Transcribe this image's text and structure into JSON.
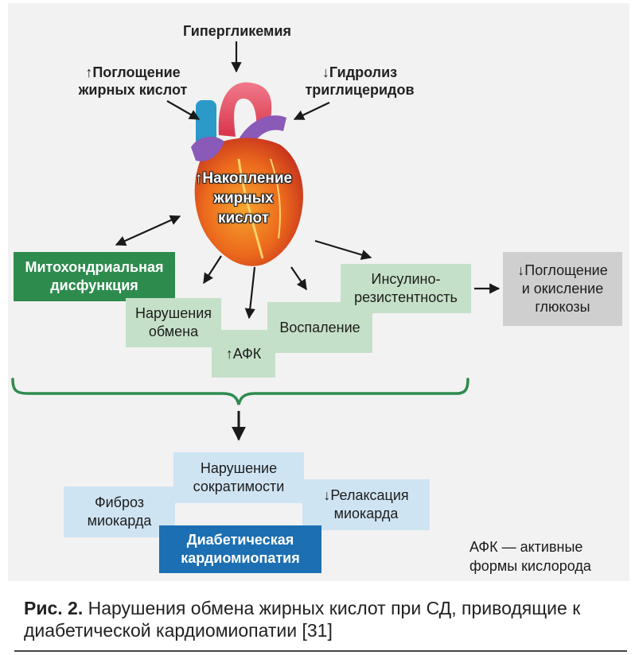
{
  "triggers": {
    "hyperglycemia": "Гипергликемия",
    "fatty_acid_uptake": "↑Поглощение\nжирных кислот",
    "tg_hydrolysis": "↓Гидролиз\nтриглицеридов"
  },
  "heart_label": "↑Накопление\nжирных\nкислот",
  "outcomes": {
    "mito": "Митохондриальная\nдисфункция",
    "metabolism": "Нарушения\nобмена",
    "afk": "↑АФК",
    "inflammation": "Воспаление",
    "insulin": "Инсулино-\nрезистентность",
    "glucose": "↓Поглощение\nи окисление\nглюкозы"
  },
  "consequences": {
    "contractility": "Нарушение\nсократимости",
    "fibrosis": "Фиброз\nмиокарда",
    "relaxation": "↓Релаксация\nмиокарда",
    "cardiomyopathy": "Диабетическая\nкардиомиопатия"
  },
  "legend": "АФК — активные\nформы кислорода",
  "caption": {
    "prefix": "Рис. 2.",
    "text": " Нарушения обмена жирных кислот при СД, приводящие к диабетической кардиомиопатии [31]"
  },
  "colors": {
    "green_dark": "#2e8b4e",
    "green_light": "#c5e0c8",
    "grey": "#cfcfcf",
    "blue_light": "#cfe4f3",
    "blue_dark": "#1c6fb2",
    "bracket": "#2e8b4e"
  }
}
